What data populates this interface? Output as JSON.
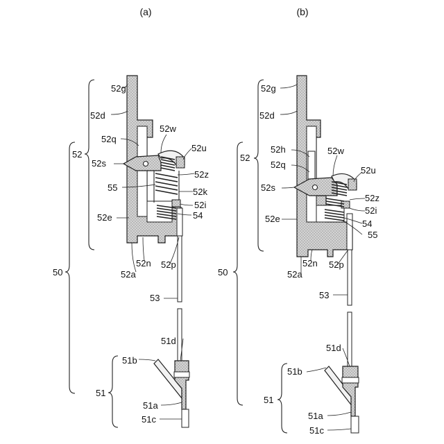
{
  "panels": [
    {
      "caption": "(a)",
      "labels": [
        "52g",
        "52d",
        "52w",
        "52q",
        "52u",
        "52s",
        "52z",
        "55",
        "52k",
        "52i",
        "52e",
        "54",
        "52n",
        "52p",
        "52a",
        "53",
        "51d",
        "51b",
        "51a",
        "51c"
      ],
      "braces": [
        "52",
        "50",
        "51"
      ]
    },
    {
      "caption": "(b)",
      "labels": [
        "52g",
        "52d",
        "52h",
        "52w",
        "52q",
        "52u",
        "52s",
        "52z",
        "52i",
        "52e",
        "54",
        "55",
        "52n",
        "52p",
        "52a",
        "53",
        "51d",
        "51b",
        "51a",
        "51c"
      ],
      "braces": [
        "52",
        "50",
        "51"
      ]
    }
  ]
}
